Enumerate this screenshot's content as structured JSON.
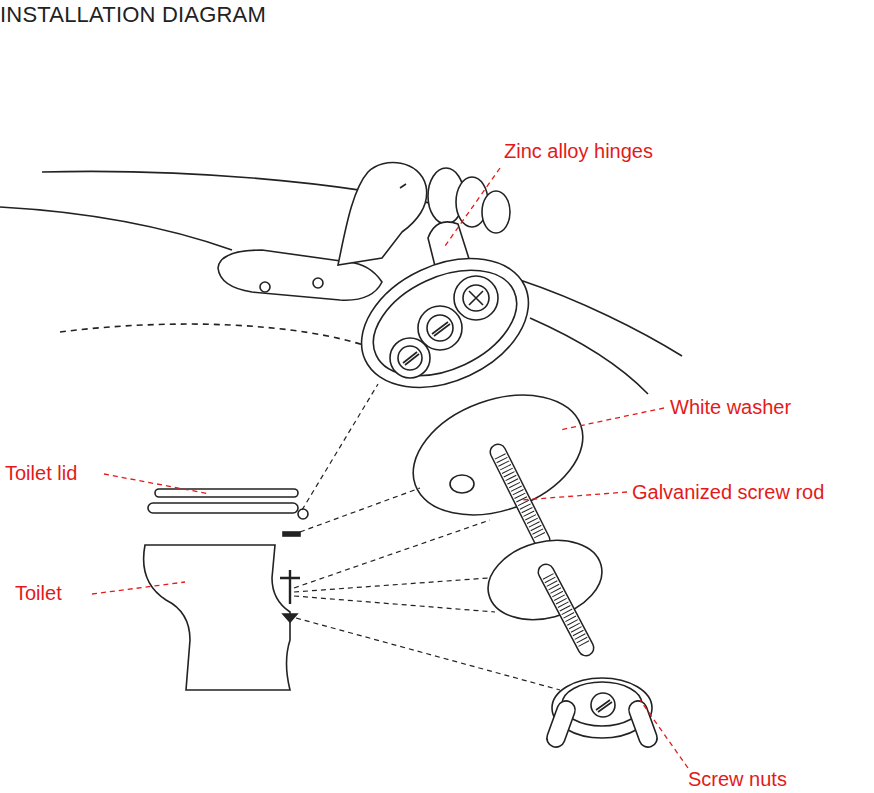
{
  "diagram": {
    "title": "INSTALLATION DIAGRAM",
    "labels": [
      "Zinc alloy hinges",
      "White washer",
      "Galvanized screw rod",
      "Toilet lid",
      "Toilet",
      "Screw nuts"
    ]
  }
}
